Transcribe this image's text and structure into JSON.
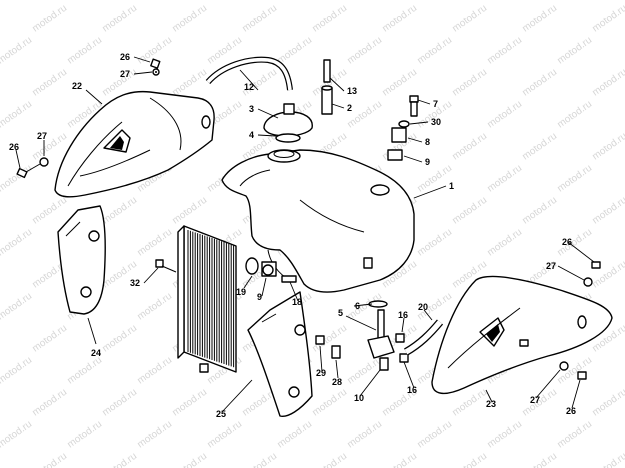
{
  "watermark": "motod.ru",
  "callouts": [
    {
      "id": "c26a",
      "label": "26"
    },
    {
      "id": "c27a",
      "label": "27"
    },
    {
      "id": "c22",
      "label": "22"
    },
    {
      "id": "c27b",
      "label": "27"
    },
    {
      "id": "c26b",
      "label": "26"
    },
    {
      "id": "c12",
      "label": "12"
    },
    {
      "id": "c13",
      "label": "13"
    },
    {
      "id": "c2",
      "label": "2"
    },
    {
      "id": "c3",
      "label": "3"
    },
    {
      "id": "c4",
      "label": "4"
    },
    {
      "id": "c7",
      "label": "7"
    },
    {
      "id": "c30",
      "label": "30"
    },
    {
      "id": "c8",
      "label": "8"
    },
    {
      "id": "c9a",
      "label": "9"
    },
    {
      "id": "c1",
      "label": "1"
    },
    {
      "id": "c26c",
      "label": "26"
    },
    {
      "id": "c27c",
      "label": "27"
    },
    {
      "id": "c24",
      "label": "24"
    },
    {
      "id": "c32",
      "label": "32"
    },
    {
      "id": "c19",
      "label": "19"
    },
    {
      "id": "c9b",
      "label": "9"
    },
    {
      "id": "c18",
      "label": "18"
    },
    {
      "id": "c6",
      "label": "6"
    },
    {
      "id": "c5",
      "label": "5"
    },
    {
      "id": "c16a",
      "label": "16"
    },
    {
      "id": "c20",
      "label": "20"
    },
    {
      "id": "c16b",
      "label": "16"
    },
    {
      "id": "c29",
      "label": "29"
    },
    {
      "id": "c28",
      "label": "28"
    },
    {
      "id": "c10",
      "label": "10"
    },
    {
      "id": "c25",
      "label": "25"
    },
    {
      "id": "c23",
      "label": "23"
    },
    {
      "id": "c27d",
      "label": "27"
    },
    {
      "id": "c26d",
      "label": "26"
    }
  ]
}
